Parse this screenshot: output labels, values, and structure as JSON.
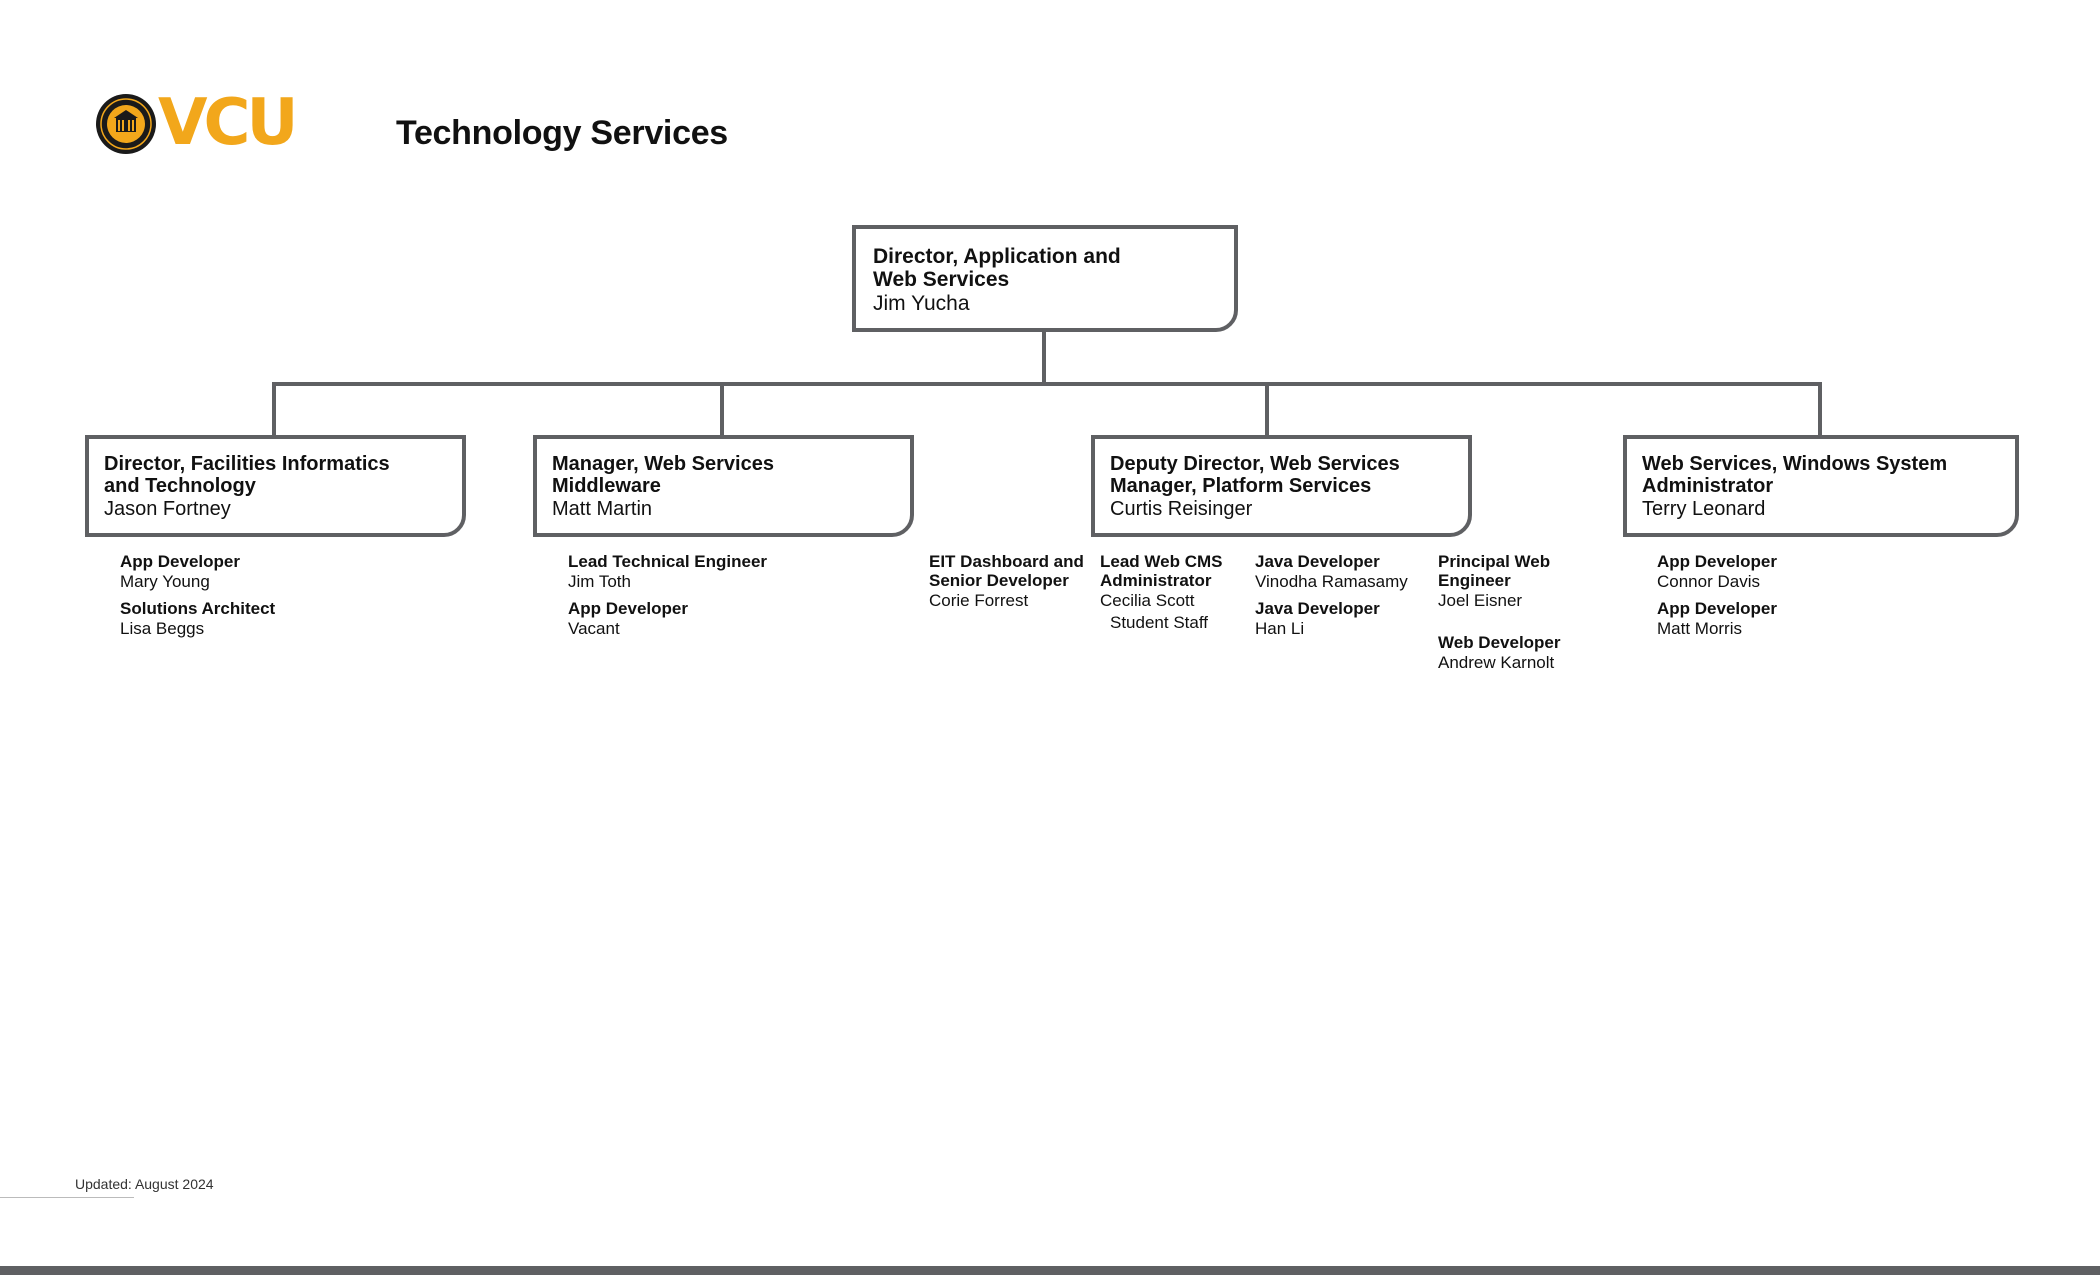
{
  "header": {
    "logo_text": "VCU",
    "title": "Technology Services"
  },
  "colors": {
    "brand_gold": "#F2A71B",
    "line_gray": "#5f6063",
    "text": "#111111"
  },
  "org": {
    "top": {
      "title": "Director, Application and\nWeb Services",
      "name": "Jim Yucha"
    },
    "branches": [
      {
        "title": "Director, Facilities Informatics\nand Technology",
        "name": "Jason Fortney",
        "reports": [
          {
            "role": "App Developer",
            "name": "Mary Young"
          },
          {
            "role": "Solutions Architect",
            "name": "Lisa Beggs"
          }
        ]
      },
      {
        "title": "Manager, Web Services\nMiddleware",
        "name": "Matt Martin",
        "reports": [
          {
            "role": "Lead Technical Engineer",
            "name": "Jim Toth"
          },
          {
            "role": "App Developer",
            "name": "Vacant"
          }
        ]
      },
      {
        "title": "Deputy Director, Web Services\nManager, Platform Services",
        "name": "Curtis Reisinger",
        "report_columns": [
          [
            {
              "role": "EIT Dashboard and\nSenior Developer",
              "name": "Corie Forrest"
            }
          ],
          [
            {
              "role": "Lead Web CMS\nAdministrator",
              "name": "Cecilia Scott",
              "sub": "Student Staff"
            }
          ],
          [
            {
              "role": "Java Developer",
              "name": "Vinodha Ramasamy"
            },
            {
              "role": "Java Developer",
              "name": "Han Li"
            }
          ],
          [
            {
              "role": "Principal Web\nEngineer",
              "name": "Joel Eisner"
            },
            {
              "role": "Web Developer",
              "name": "Andrew Karnolt"
            }
          ]
        ]
      },
      {
        "title": "Web Services, Windows System\nAdministrator",
        "name": "Terry Leonard",
        "reports": [
          {
            "role": "App Developer",
            "name": "Connor Davis"
          },
          {
            "role": "App Developer",
            "name": "Matt Morris"
          }
        ]
      }
    ]
  },
  "footer": {
    "updated": "Updated: August 2024"
  }
}
